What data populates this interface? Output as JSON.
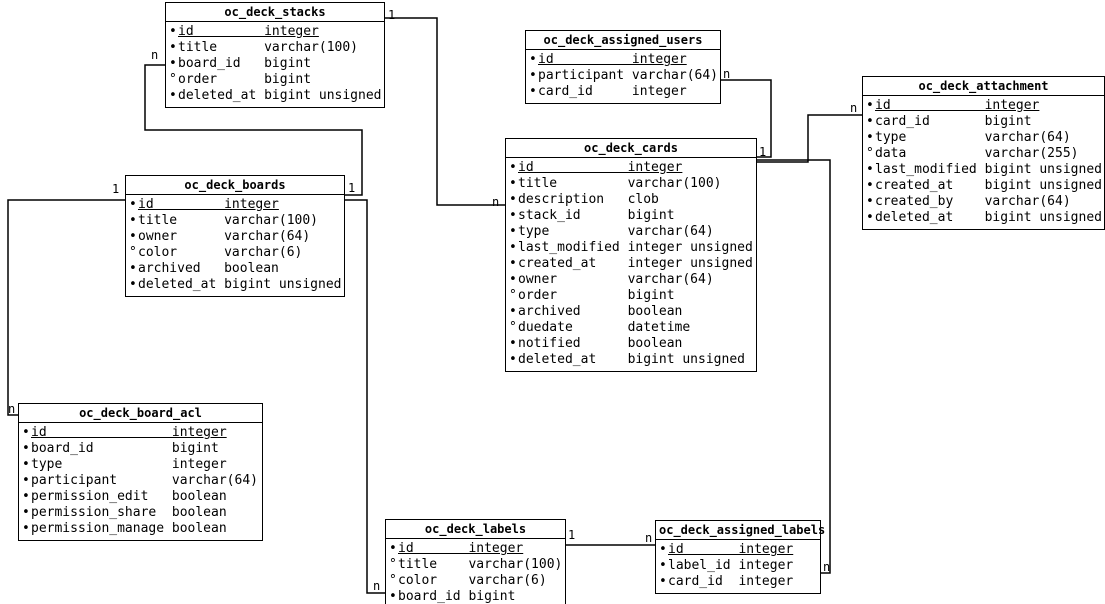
{
  "diagram": {
    "entities": [
      {
        "name": "oc_deck_stacks",
        "columns": [
          {
            "marker": "•",
            "name": "id",
            "type": "integer",
            "pk": true
          },
          {
            "marker": "•",
            "name": "title",
            "type": "varchar(100)",
            "pk": false
          },
          {
            "marker": "•",
            "name": "board_id",
            "type": "bigint",
            "pk": false
          },
          {
            "marker": "°",
            "name": "order",
            "type": "bigint",
            "pk": false
          },
          {
            "marker": "•",
            "name": "deleted_at",
            "type": "bigint unsigned",
            "pk": false
          }
        ]
      },
      {
        "name": "oc_deck_assigned_users",
        "columns": [
          {
            "marker": "•",
            "name": "id",
            "type": "integer",
            "pk": true
          },
          {
            "marker": "•",
            "name": "participant",
            "type": "varchar(64)",
            "pk": false
          },
          {
            "marker": "•",
            "name": "card_id",
            "type": "integer",
            "pk": false
          }
        ]
      },
      {
        "name": "oc_deck_attachment",
        "columns": [
          {
            "marker": "•",
            "name": "id",
            "type": "integer",
            "pk": true
          },
          {
            "marker": "•",
            "name": "card_id",
            "type": "bigint",
            "pk": false
          },
          {
            "marker": "•",
            "name": "type",
            "type": "varchar(64)",
            "pk": false
          },
          {
            "marker": "°",
            "name": "data",
            "type": "varchar(255)",
            "pk": false
          },
          {
            "marker": "•",
            "name": "last_modified",
            "type": "bigint unsigned",
            "pk": false
          },
          {
            "marker": "•",
            "name": "created_at",
            "type": "bigint unsigned",
            "pk": false
          },
          {
            "marker": "•",
            "name": "created_by",
            "type": "varchar(64)",
            "pk": false
          },
          {
            "marker": "•",
            "name": "deleted_at",
            "type": "bigint unsigned",
            "pk": false
          }
        ]
      },
      {
        "name": "oc_deck_boards",
        "columns": [
          {
            "marker": "•",
            "name": "id",
            "type": "integer",
            "pk": true
          },
          {
            "marker": "•",
            "name": "title",
            "type": "varchar(100)",
            "pk": false
          },
          {
            "marker": "•",
            "name": "owner",
            "type": "varchar(64)",
            "pk": false
          },
          {
            "marker": "°",
            "name": "color",
            "type": "varchar(6)",
            "pk": false
          },
          {
            "marker": "•",
            "name": "archived",
            "type": "boolean",
            "pk": false
          },
          {
            "marker": "•",
            "name": "deleted_at",
            "type": "bigint unsigned",
            "pk": false
          }
        ]
      },
      {
        "name": "oc_deck_cards",
        "columns": [
          {
            "marker": "•",
            "name": "id",
            "type": "integer",
            "pk": true
          },
          {
            "marker": "•",
            "name": "title",
            "type": "varchar(100)",
            "pk": false
          },
          {
            "marker": "•",
            "name": "description",
            "type": "clob",
            "pk": false
          },
          {
            "marker": "•",
            "name": "stack_id",
            "type": "bigint",
            "pk": false
          },
          {
            "marker": "•",
            "name": "type",
            "type": "varchar(64)",
            "pk": false
          },
          {
            "marker": "•",
            "name": "last_modified",
            "type": "integer unsigned",
            "pk": false
          },
          {
            "marker": "•",
            "name": "created_at",
            "type": "integer unsigned",
            "pk": false
          },
          {
            "marker": "•",
            "name": "owner",
            "type": "varchar(64)",
            "pk": false
          },
          {
            "marker": "°",
            "name": "order",
            "type": "bigint",
            "pk": false
          },
          {
            "marker": "•",
            "name": "archived",
            "type": "boolean",
            "pk": false
          },
          {
            "marker": "°",
            "name": "duedate",
            "type": "datetime",
            "pk": false
          },
          {
            "marker": "•",
            "name": "notified",
            "type": "boolean",
            "pk": false
          },
          {
            "marker": "•",
            "name": "deleted_at",
            "type": "bigint unsigned",
            "pk": false
          }
        ]
      },
      {
        "name": "oc_deck_board_acl",
        "columns": [
          {
            "marker": "•",
            "name": "id",
            "type": "integer",
            "pk": true
          },
          {
            "marker": "•",
            "name": "board_id",
            "type": "bigint",
            "pk": false
          },
          {
            "marker": "•",
            "name": "type",
            "type": "integer",
            "pk": false
          },
          {
            "marker": "•",
            "name": "participant",
            "type": "varchar(64)",
            "pk": false
          },
          {
            "marker": "•",
            "name": "permission_edit",
            "type": "boolean",
            "pk": false
          },
          {
            "marker": "•",
            "name": "permission_share",
            "type": "boolean",
            "pk": false
          },
          {
            "marker": "•",
            "name": "permission_manage",
            "type": "boolean",
            "pk": false
          }
        ]
      },
      {
        "name": "oc_deck_labels",
        "columns": [
          {
            "marker": "•",
            "name": "id",
            "type": "integer",
            "pk": true
          },
          {
            "marker": "°",
            "name": "title",
            "type": "varchar(100)",
            "pk": false
          },
          {
            "marker": "°",
            "name": "color",
            "type": "varchar(6)",
            "pk": false
          },
          {
            "marker": "•",
            "name": "board_id",
            "type": "bigint",
            "pk": false
          }
        ]
      },
      {
        "name": "oc_deck_assigned_labels",
        "columns": [
          {
            "marker": "•",
            "name": "id",
            "type": "integer",
            "pk": true
          },
          {
            "marker": "•",
            "name": "label_id",
            "type": "integer",
            "pk": false
          },
          {
            "marker": "•",
            "name": "card_id",
            "type": "integer",
            "pk": false
          }
        ]
      }
    ],
    "relationships": [
      {
        "from": "oc_deck_stacks",
        "to": "oc_deck_cards",
        "one_label": "1",
        "many_label": "n"
      },
      {
        "from": "oc_deck_boards",
        "to": "oc_deck_stacks",
        "one_label": "1",
        "many_label": "n"
      },
      {
        "from": "oc_deck_boards",
        "to": "oc_deck_board_acl",
        "one_label": "1",
        "many_label": "n"
      },
      {
        "from": "oc_deck_boards",
        "to": "oc_deck_labels",
        "one_label": "1",
        "many_label": "n"
      },
      {
        "from": "oc_deck_cards",
        "to": "oc_deck_assigned_users",
        "one_label": "1",
        "many_label": "n"
      },
      {
        "from": "oc_deck_cards",
        "to": "oc_deck_attachment",
        "one_label": "1",
        "many_label": "n"
      },
      {
        "from": "oc_deck_cards",
        "to": "oc_deck_assigned_labels",
        "one_label": "1",
        "many_label": "n"
      },
      {
        "from": "oc_deck_labels",
        "to": "oc_deck_assigned_labels",
        "one_label": "1",
        "many_label": "n"
      }
    ]
  }
}
